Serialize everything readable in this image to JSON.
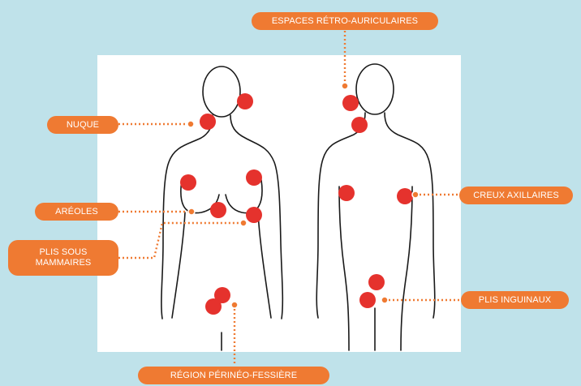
{
  "colors": {
    "background": "#bfe2ea",
    "label_fill": "#ef7a32",
    "label_text": "#ffffff",
    "marker": "#e5322d",
    "connector": "#ef7a32",
    "outline": "#1a1a1a"
  },
  "labels": {
    "retro_auricular": "ESPACES RÉTRO-AURICULAIRES",
    "nuque": "NUQUE",
    "areoles": "ARÉOLES",
    "plis_sous_mammaires": "PLIS SOUS MAMMAIRES",
    "creux_axillaires": "CREUX AXILLAIRES",
    "plis_inguinaux": "PLIS INGUINAUX",
    "region_perineo_fessiere": "RÉGION PÉRINÉO-FESSIÈRE"
  }
}
